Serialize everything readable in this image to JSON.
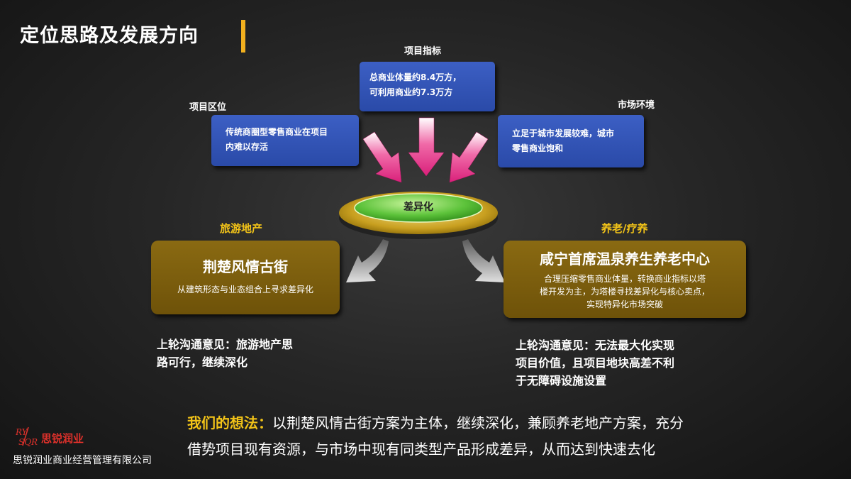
{
  "title": "定位思路及发展方向",
  "inputs": {
    "indicator": {
      "label": "项目指标",
      "text_line1": "总商业体量约8.4万方，",
      "text_line2": "可利用商业约7.3万方"
    },
    "location": {
      "label": "项目区位",
      "text_line1": "传统商圈型零售商业在项目",
      "text_line2": "内难以存活"
    },
    "market": {
      "label": "市场环境",
      "text_line1": "立足于城市发展较难，城市",
      "text_line2": "零售商业饱和"
    }
  },
  "center": {
    "label": "差异化"
  },
  "left_branch": {
    "category": "旅游地产",
    "title": "荆楚风情古街",
    "desc": "从建筑形态与业态组合上寻求差异化",
    "feedback_line1": "上轮沟通意见：旅游地产思",
    "feedback_line2": "路可行，继续深化"
  },
  "right_branch": {
    "category": "养老/疗养",
    "title": "咸宁首席温泉养生养老中心",
    "desc_line1": "合理压缩零售商业体量，转换商业指标以塔",
    "desc_line2": "楼开发为主，为塔楼寻找差异化与核心卖点，",
    "desc_line3": "实现特异化市场突破",
    "feedback_line1": "上轮沟通意见：无法最大化实现",
    "feedback_line2": "项目价值，且项目地块高差不利",
    "feedback_line3": "于无障碍设施设置"
  },
  "idea": {
    "highlight": "我们的想法：",
    "line1": "以荆楚风情古街方案为主体，继续深化，兼顾养老地产方案，充分",
    "line2": "借势项目现有资源，与市场中现有同类型产品形成差异，从而达到快速去化"
  },
  "footer": {
    "logo_text": "RY SQR",
    "brand": "思锐润业",
    "company": "思锐润业商业经营管理有限公司"
  },
  "colors": {
    "accent_yellow": "#f2c318",
    "title_bar": "#f2b01e",
    "blue_box": "#3458bd",
    "gold_box": "#7a5c0e",
    "pink_arrow": "#e8318a",
    "green_disc": "#5cc23a",
    "brand_red": "#e0312b"
  }
}
